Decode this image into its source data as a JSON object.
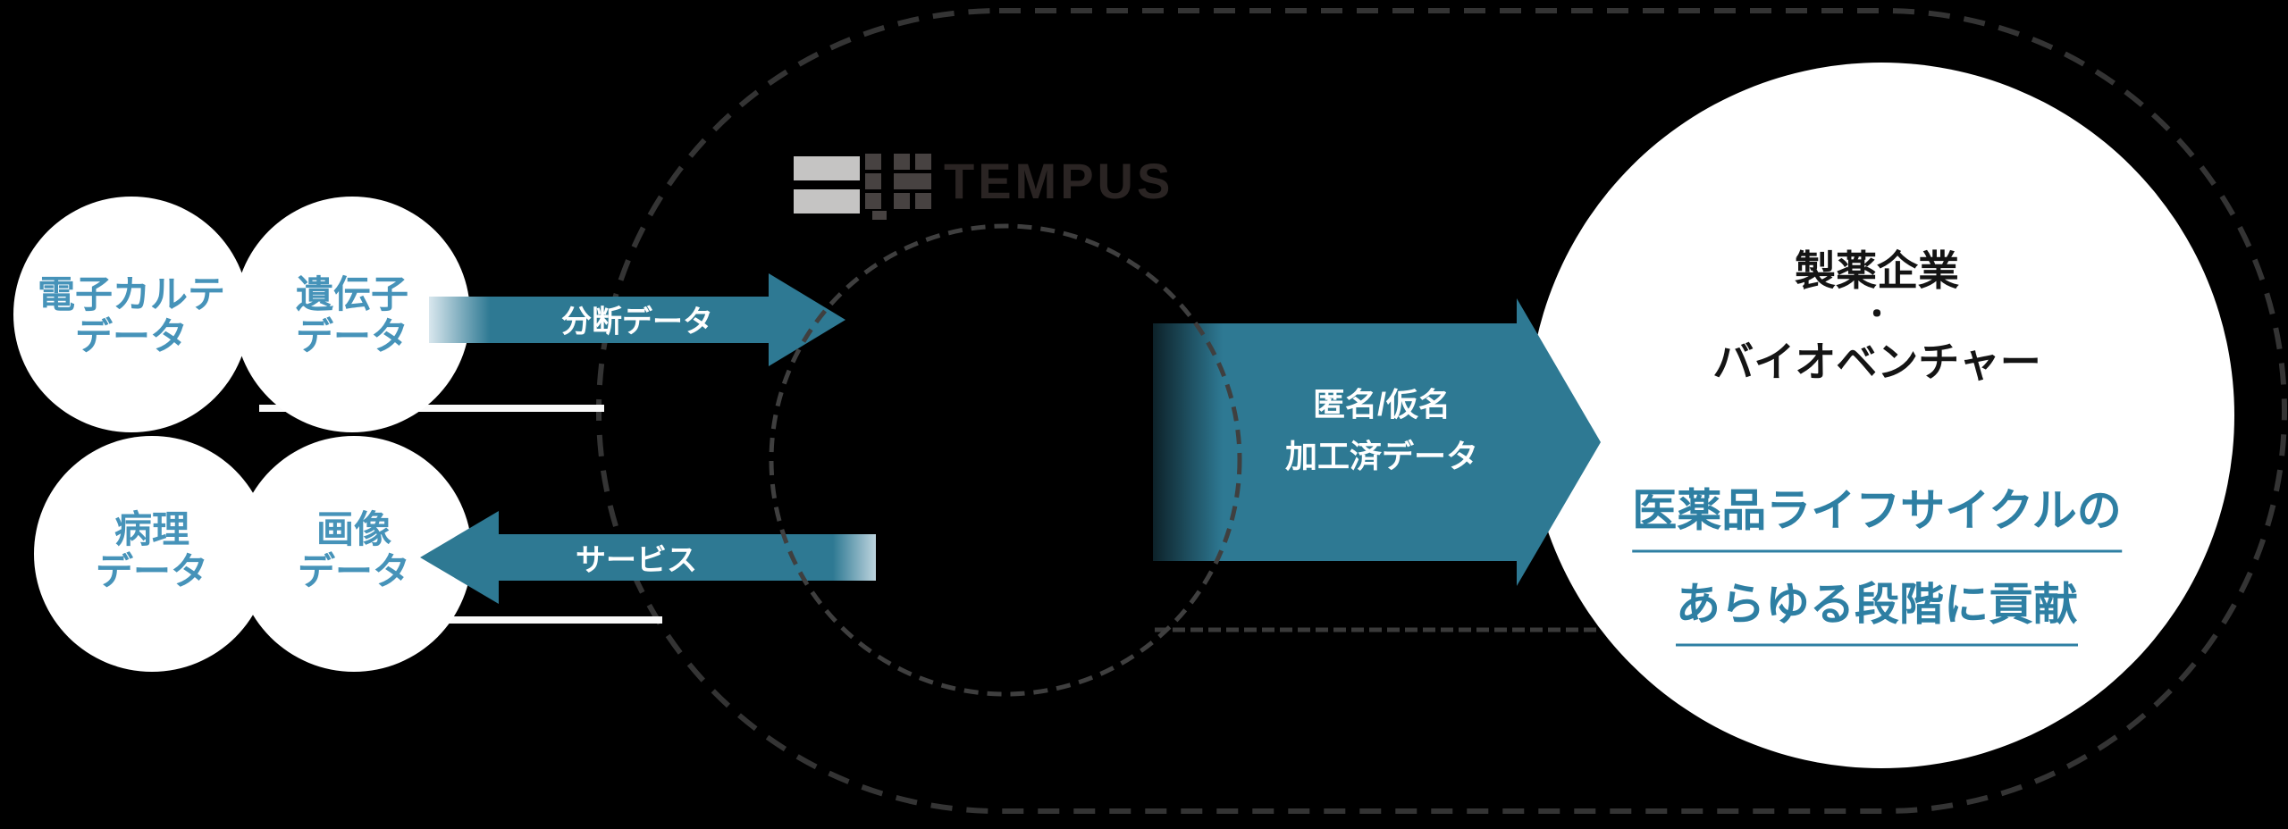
{
  "diagram": {
    "logo": {
      "brand": "TEMPUS"
    },
    "source_circles": [
      {
        "id": "emr",
        "line1": "電子カルテ",
        "line2": "データ"
      },
      {
        "id": "genomic",
        "line1": "遺伝子",
        "line2": "データ"
      },
      {
        "id": "pathology",
        "line1": "病理",
        "line2": "データ"
      },
      {
        "id": "imaging",
        "line1": "画像",
        "line2": "データ"
      }
    ],
    "flows": {
      "to_tempus": "分断データ",
      "to_sources": "サービス",
      "processed_line1": "匿名/仮名",
      "processed_line2": "加工済データ"
    },
    "pharma": {
      "title_line1": "製薬企業",
      "separator": "・",
      "title_line2": "バイオベンチャー",
      "highlight_line1": "医薬品ライフサイクルの",
      "highlight_line2": "あらゆる段階に貢献"
    },
    "colors": {
      "background": "#000000",
      "arrow_teal": "#2e7993",
      "circle_label_teal": "#4693b9",
      "highlight_teal": "#2e7fa3",
      "pharma_title_dark": "#141414",
      "dash_gray": "#3a3a3a",
      "logo_bar_gray": "#c5c4c3",
      "logo_text_dark": "#2a2423"
    }
  }
}
